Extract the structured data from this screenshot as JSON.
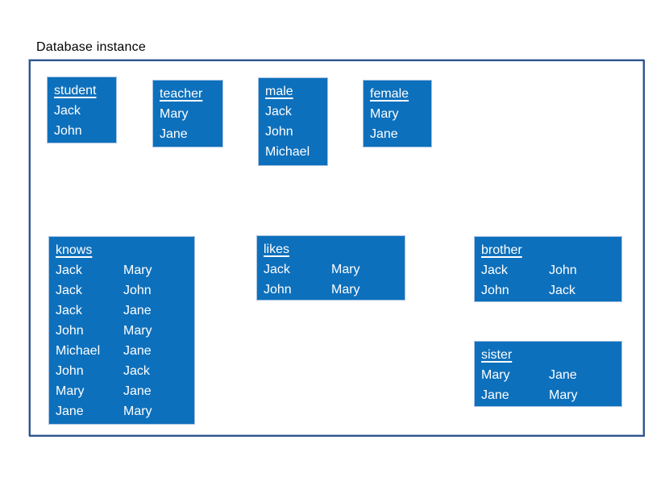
{
  "page": {
    "title": "Database instance"
  },
  "colors": {
    "relation_fill": "#0d70bc",
    "relation_edge": "#a9c2e2",
    "frame_border": "#30558f",
    "frame_highlight": "#a9bad6",
    "relation_text": "#ffffff",
    "title_text": "#000000",
    "background": "#ffffff"
  },
  "tables": {
    "student": {
      "name": "student",
      "rows": [
        [
          "Jack"
        ],
        [
          "John"
        ]
      ]
    },
    "teacher": {
      "name": "teacher",
      "rows": [
        [
          "Mary"
        ],
        [
          "Jane"
        ]
      ]
    },
    "male": {
      "name": "male",
      "rows": [
        [
          "Jack"
        ],
        [
          "John"
        ],
        [
          "Michael"
        ]
      ]
    },
    "female": {
      "name": "female",
      "rows": [
        [
          "Mary"
        ],
        [
          "Jane"
        ]
      ]
    },
    "knows": {
      "name": "knows",
      "rows": [
        [
          "Jack",
          "Mary"
        ],
        [
          "Jack",
          "John"
        ],
        [
          "Jack",
          "Jane"
        ],
        [
          "John",
          "Mary"
        ],
        [
          "Michael",
          "Jane"
        ],
        [
          "John",
          "Jack"
        ],
        [
          "Mary",
          "Jane"
        ],
        [
          "Jane",
          "Mary"
        ]
      ]
    },
    "likes": {
      "name": "likes",
      "rows": [
        [
          "Jack",
          "Mary"
        ],
        [
          "John",
          "Mary"
        ]
      ]
    },
    "brother": {
      "name": "brother",
      "rows": [
        [
          "Jack",
          "John"
        ],
        [
          "John",
          "Jack"
        ]
      ]
    },
    "sister": {
      "name": "sister",
      "rows": [
        [
          "Mary",
          "Jane"
        ],
        [
          "Jane",
          "Mary"
        ]
      ]
    }
  }
}
